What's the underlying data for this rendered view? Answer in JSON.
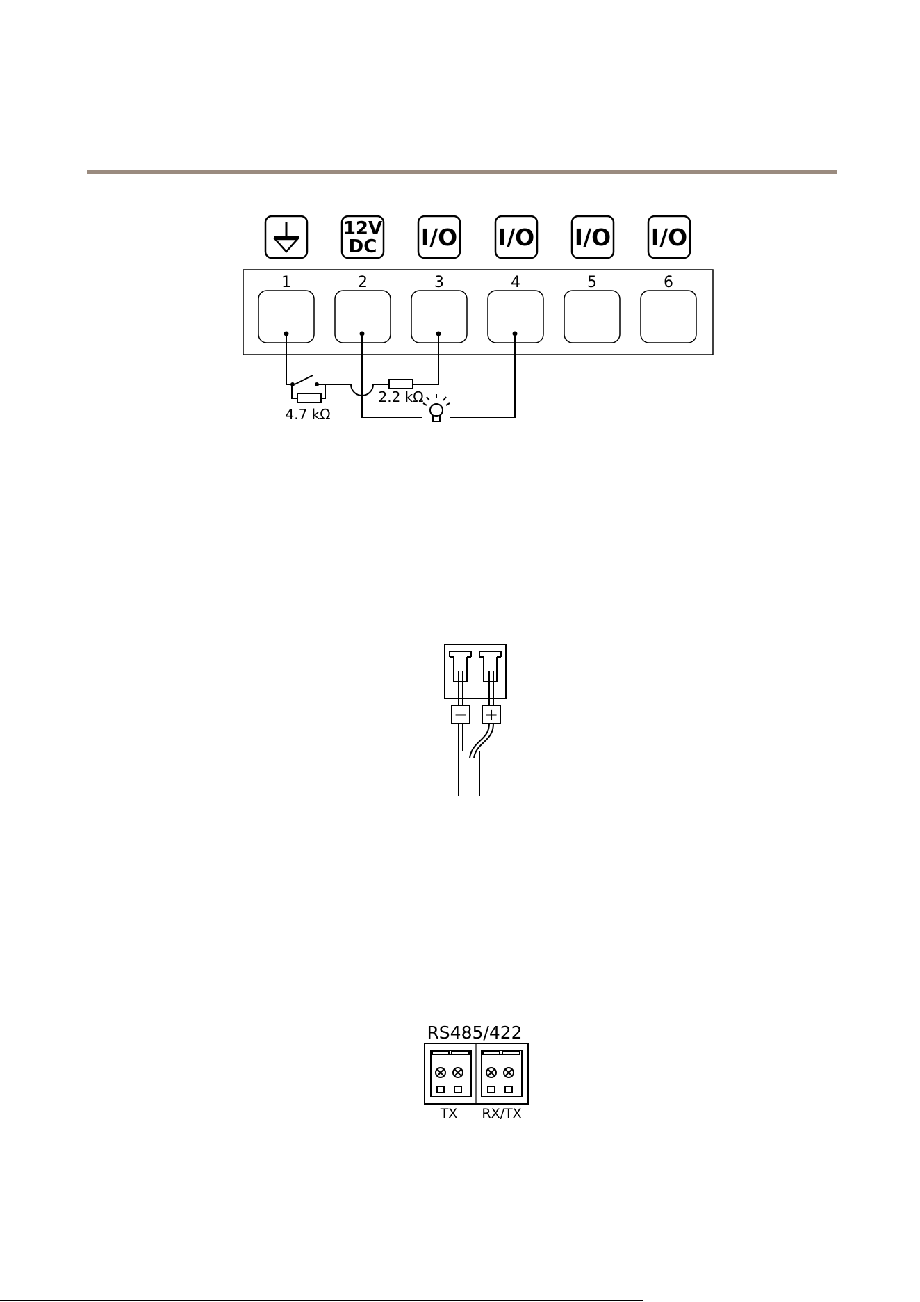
{
  "colors": {
    "rule": "#9a8b7f",
    "line": "#000000"
  },
  "io_diagram": {
    "icons": [
      {
        "name": "ground-icon",
        "label": ""
      },
      {
        "name": "power-icon",
        "label_top": "12V",
        "label_bottom": "DC"
      },
      {
        "name": "io-icon",
        "label": "I/O"
      },
      {
        "name": "io-icon",
        "label": "I/O"
      },
      {
        "name": "io-icon",
        "label": "I/O"
      },
      {
        "name": "io-icon",
        "label": "I/O"
      }
    ],
    "pins": [
      "1",
      "2",
      "3",
      "4",
      "5",
      "6"
    ],
    "resistor_left": "4.7 kΩ",
    "resistor_right": "2.2 kΩ",
    "bulb_icon": "light-bulb-icon"
  },
  "power_diagram": {
    "minus": "−",
    "plus": "+"
  },
  "rs485_diagram": {
    "title": "RS485/422",
    "left_label": "TX",
    "right_label": "RX/TX"
  }
}
